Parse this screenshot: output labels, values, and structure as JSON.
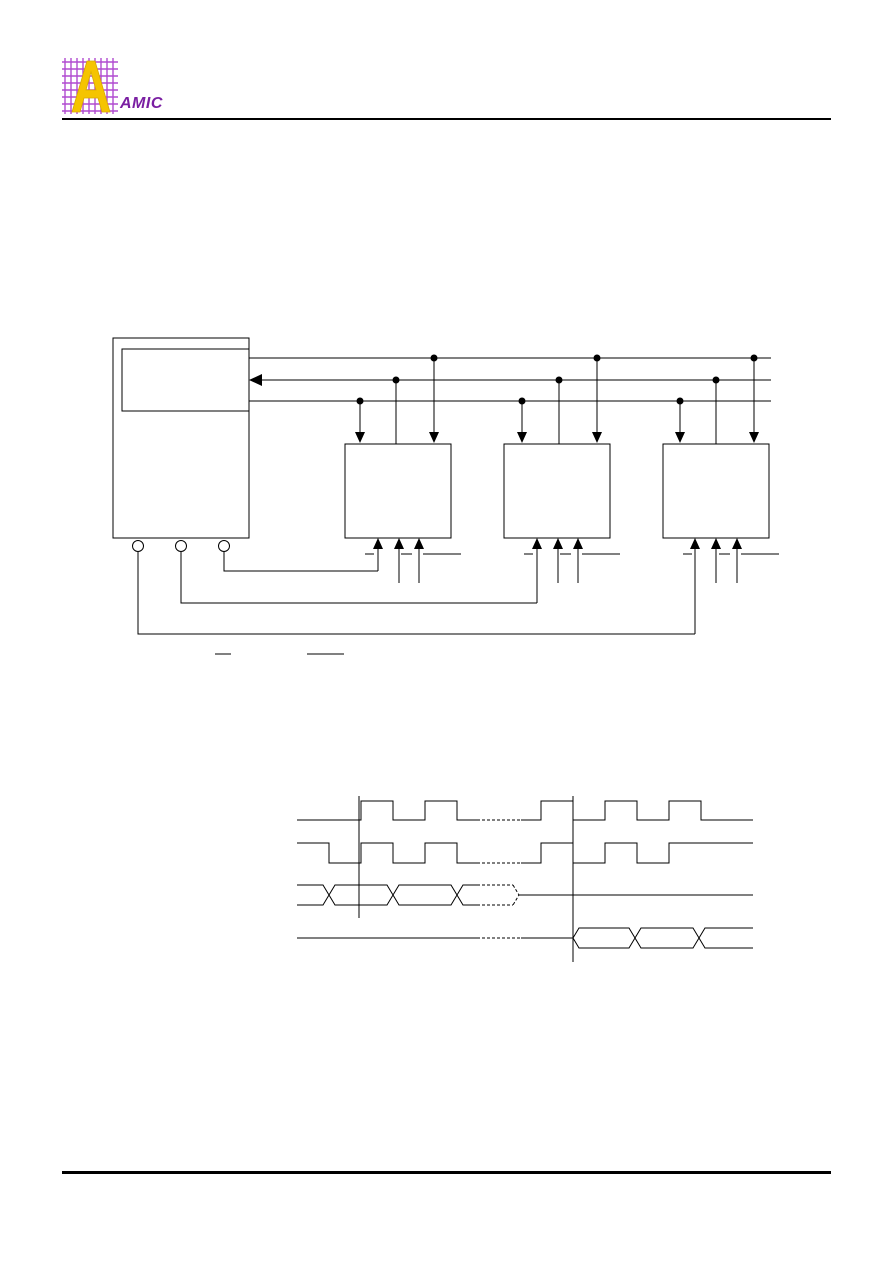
{
  "header": {
    "brand_text": "AMIC",
    "logo_letter": "A",
    "colors": {
      "brand_purple": "#7a1fa2",
      "logo_yellow": "#f5c400",
      "grid_purple": "#b04bd0"
    }
  },
  "figures": {
    "system_diagram": {
      "devices": 3,
      "shared_lines": 3,
      "per_device_inputs": 3
    },
    "timing_diagram": {
      "rows": 4
    }
  }
}
